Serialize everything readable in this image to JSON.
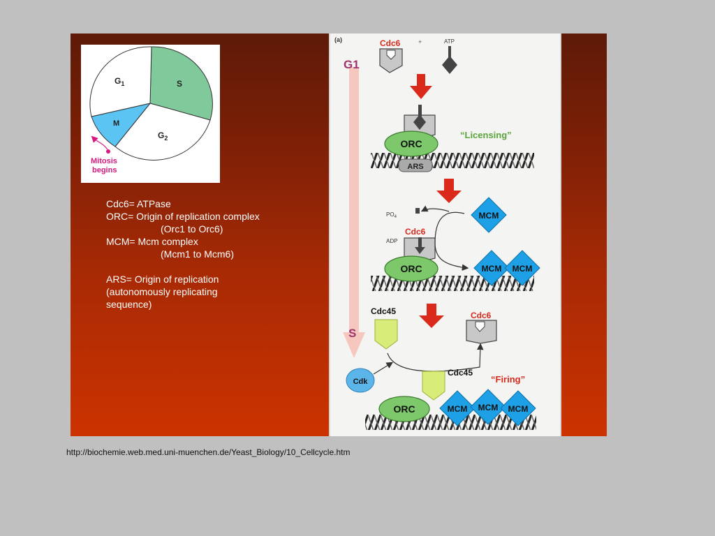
{
  "colors": {
    "slide_top": "#5e1a08",
    "slide_bottom": "#cc3300",
    "page_bg": "#c0c0c0",
    "s_phase": "#7fc99a",
    "m_phase": "#5bc4f2",
    "mcm": "#1ea0e6",
    "orc": "#7cc86a",
    "cdc45": "#d8ec7a",
    "red_arrow": "#d92a1c",
    "magenta": "#d6187f",
    "timeline": "#f6c7bf"
  },
  "pie": {
    "g1_label": "G",
    "g1_sub": "1",
    "s_label": "S",
    "m_label": "M",
    "g2_label": "G",
    "g2_sub": "2",
    "mitosis_line1": "Mitosis",
    "mitosis_line2": "begins"
  },
  "definitions": {
    "l1": "Cdc6= ATPase",
    "l2": "ORC= Origin of replication complex",
    "l3": "(Orc1 to Orc6)",
    "l4": "MCM= Mcm complex",
    "l5": "(Mcm1 to Mcm6)",
    "l6": "ARS= Origin of replication",
    "l7": "(autonomously replicating",
    "l8": "sequence)"
  },
  "diagram": {
    "panel_label": "(a)",
    "phase_g1": "G1",
    "phase_s": "S",
    "cdc6": "Cdc6",
    "plus": "+",
    "atp": "ATP",
    "orc": "ORC",
    "ars": "ARS",
    "licensing": "“Licensing”",
    "po4": "PO",
    "po4_sub": "4",
    "adp": "ADP",
    "mcm": "MCM",
    "cdc45": "Cdc45",
    "cdk": "Cdk",
    "firing": "“Firing”"
  },
  "caption": "http://biochemie.web.med.uni-muenchen.de/Yeast_Biology/10_Cellcycle.htm"
}
